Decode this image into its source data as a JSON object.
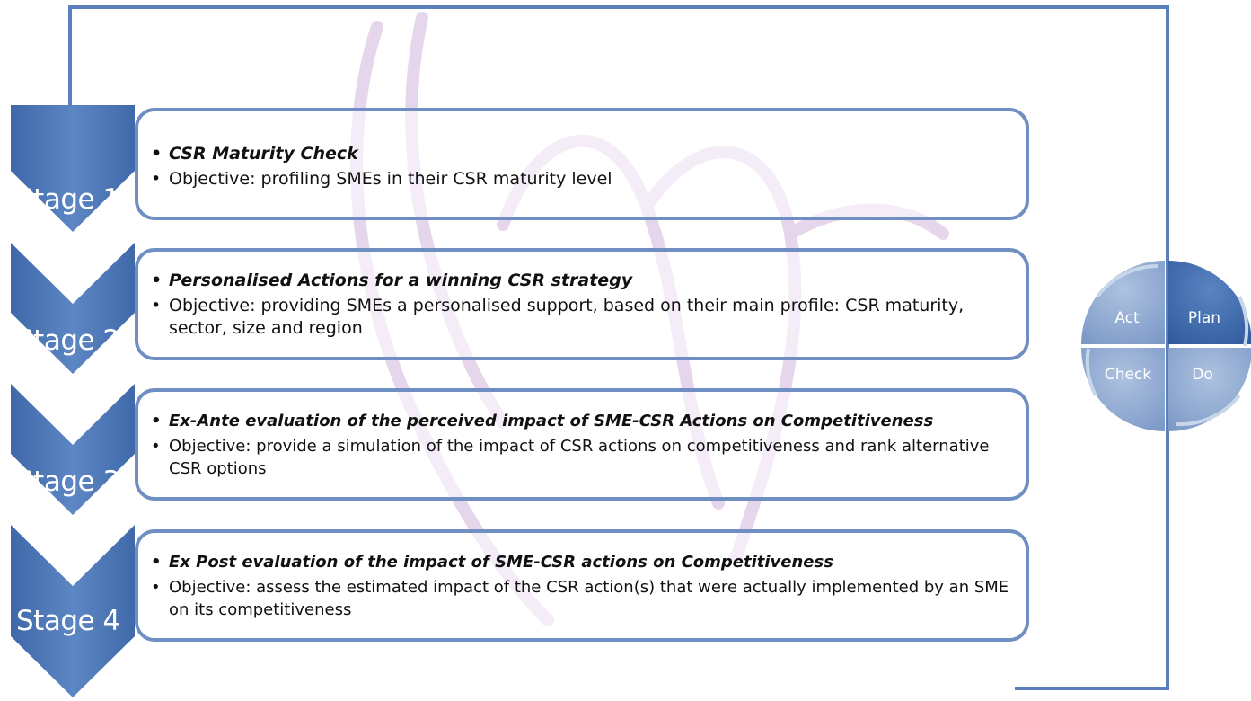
{
  "stages": [
    {
      "label": "Stage 1",
      "title": "CSR Maturity Check",
      "objective": "Objective: profiling  SMEs in their CSR maturity level"
    },
    {
      "label": "Stage 2",
      "title": "Personalised Actions for a winning CSR strategy",
      "objective": "Objective: providing SMEs a personalised support, based on their main profile: CSR maturity, sector, size and region"
    },
    {
      "label": "Stage 3",
      "title": "Ex-Ante evaluation of the perceived impact of SME-CSR Actions on Competitiveness",
      "objective": " Objective: provide a simulation of the impact of CSR actions on competitiveness and rank alternative CSR options"
    },
    {
      "label": "Stage 4",
      "title": "Ex Post evaluation of the impact of SME-CSR actions on Competitiveness",
      "objective": "Objective: assess the estimated impact of the CSR action(s) that were actually implemented by an SME on its competitiveness"
    }
  ],
  "cycle": {
    "act": "Act",
    "plan": "Plan",
    "check": "Check",
    "do": "Do"
  },
  "colors": {
    "chevron": "#4a74b3",
    "border": "#6f8fc2",
    "feedback_line": "#5b7fbe",
    "plan_quadrant": "#3f6aab",
    "other_quadrants": "#8aa5cd",
    "watermark": "#e2cfe8"
  },
  "icons": {
    "watermark": "faded-logo-watermark",
    "cycle_arrows": "cycle-arrow-icon"
  }
}
